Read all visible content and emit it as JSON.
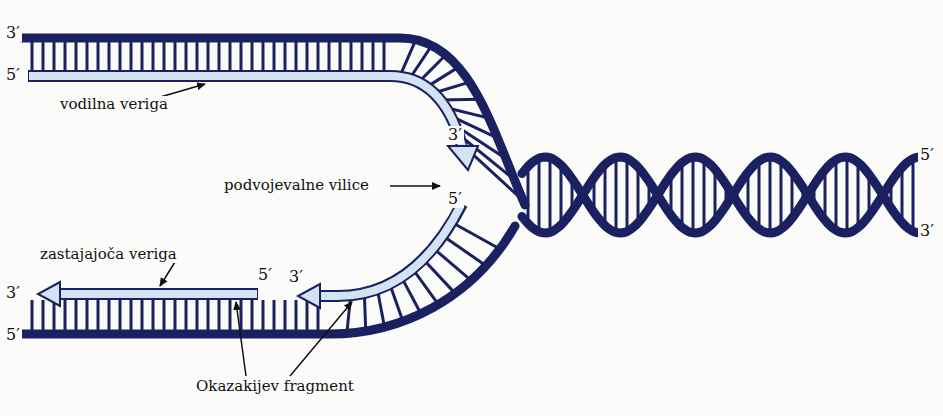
{
  "diagram": {
    "labels": [
      "3′",
      "5′",
      "vodilna veriga",
      "3′",
      "podvojevalne vilice",
      "5′",
      "zastajajoča veriga",
      "5′",
      "3′",
      "3′",
      "5′",
      "Okazakijev fragment",
      "5′",
      "3′"
    ]
  }
}
